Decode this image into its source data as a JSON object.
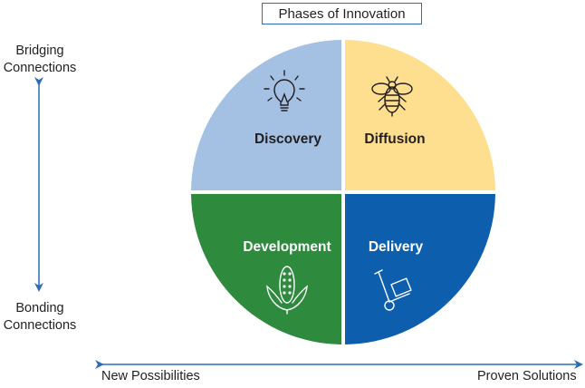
{
  "title": "Phases of Innovation",
  "axes": {
    "top_label": "Bridging\nConnections",
    "bottom_label": "Bonding\nConnections",
    "left_label": "New Possibilities",
    "right_label": "Proven Solutions"
  },
  "quadrants": [
    {
      "id": "discovery",
      "label": "Discovery",
      "icon": "lightbulb-icon",
      "color": "#a4c1e4"
    },
    {
      "id": "diffusion",
      "label": "Diffusion",
      "icon": "bee-icon",
      "color": "#fedf8f"
    },
    {
      "id": "development",
      "label": "Development",
      "icon": "corn-icon",
      "color": "#2e8b3e"
    },
    {
      "id": "delivery",
      "label": "Delivery",
      "icon": "hand-truck-icon",
      "color": "#0d5fae"
    }
  ],
  "colors": {
    "arrow": "#2e6db4",
    "title_border": "#2e6db4"
  }
}
